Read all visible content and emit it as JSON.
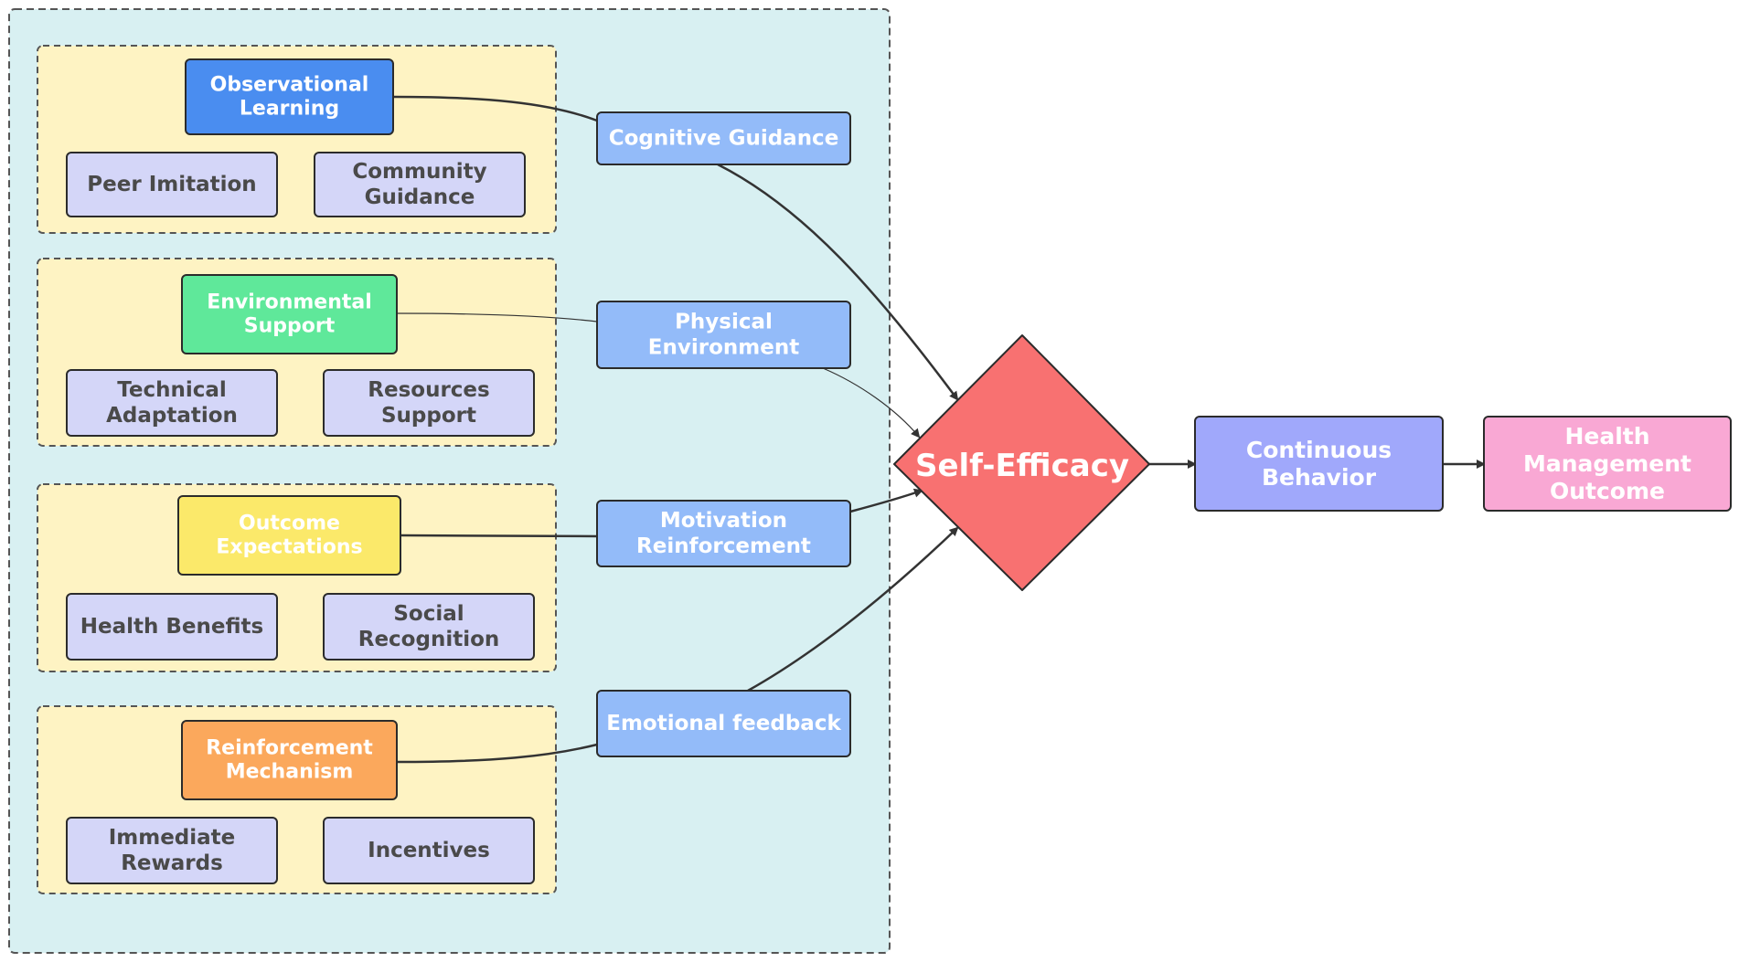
{
  "groups": [
    {
      "main": {
        "lines": [
          "Observational",
          "Learning"
        ],
        "fill": "#4a8df0",
        "text_color": "#ffffff"
      },
      "subs": [
        {
          "lines": [
            "Peer Imitation"
          ]
        },
        {
          "lines": [
            "Community",
            "Guidance"
          ]
        }
      ]
    },
    {
      "main": {
        "lines": [
          "Environmental",
          "Support"
        ],
        "fill": "#5fe89a",
        "text_color": "#ffffff"
      },
      "subs": [
        {
          "lines": [
            "Technical",
            "Adaptation"
          ]
        },
        {
          "lines": [
            "Resources",
            "Support"
          ]
        }
      ]
    },
    {
      "main": {
        "lines": [
          "Outcome",
          "Expectations"
        ],
        "fill": "#fbe96a",
        "text_color": "#ffffff"
      },
      "subs": [
        {
          "lines": [
            "Health Benefits"
          ]
        },
        {
          "lines": [
            "Social",
            "Recognition"
          ]
        }
      ]
    },
    {
      "main": {
        "lines": [
          "Reinforcement",
          "Mechanism"
        ],
        "fill": "#fba85c",
        "text_color": "#ffffff"
      },
      "subs": [
        {
          "lines": [
            "Immediate",
            "Rewards"
          ]
        },
        {
          "lines": [
            "Incentives"
          ]
        }
      ]
    }
  ],
  "pathways": [
    {
      "lines": [
        "Cognitive Guidance"
      ]
    },
    {
      "lines": [
        "Physical",
        "Environment"
      ]
    },
    {
      "lines": [
        "Motivation",
        "Reinforcement"
      ]
    },
    {
      "lines": [
        "Emotional feedback"
      ]
    }
  ],
  "core": {
    "lines": [
      "Self-Efficacy"
    ],
    "fill": "#f87171"
  },
  "behavior": {
    "lines": [
      "Continuous",
      "Behavior"
    ],
    "fill": "#a0a8fb"
  },
  "outcome": {
    "lines": [
      "Health",
      "Management",
      "Outcome"
    ],
    "fill": "#f9a8d4"
  },
  "colors": {
    "outer_panel": "#d8f0f2",
    "group_panel": "#fef3c3",
    "sub_box": "#d4d6f8",
    "sub_text": "#4a4a4a",
    "pathway_box": "#93bbf9",
    "white_text": "#ffffff",
    "border": "#2b2b2b",
    "arrow": "#333333"
  }
}
